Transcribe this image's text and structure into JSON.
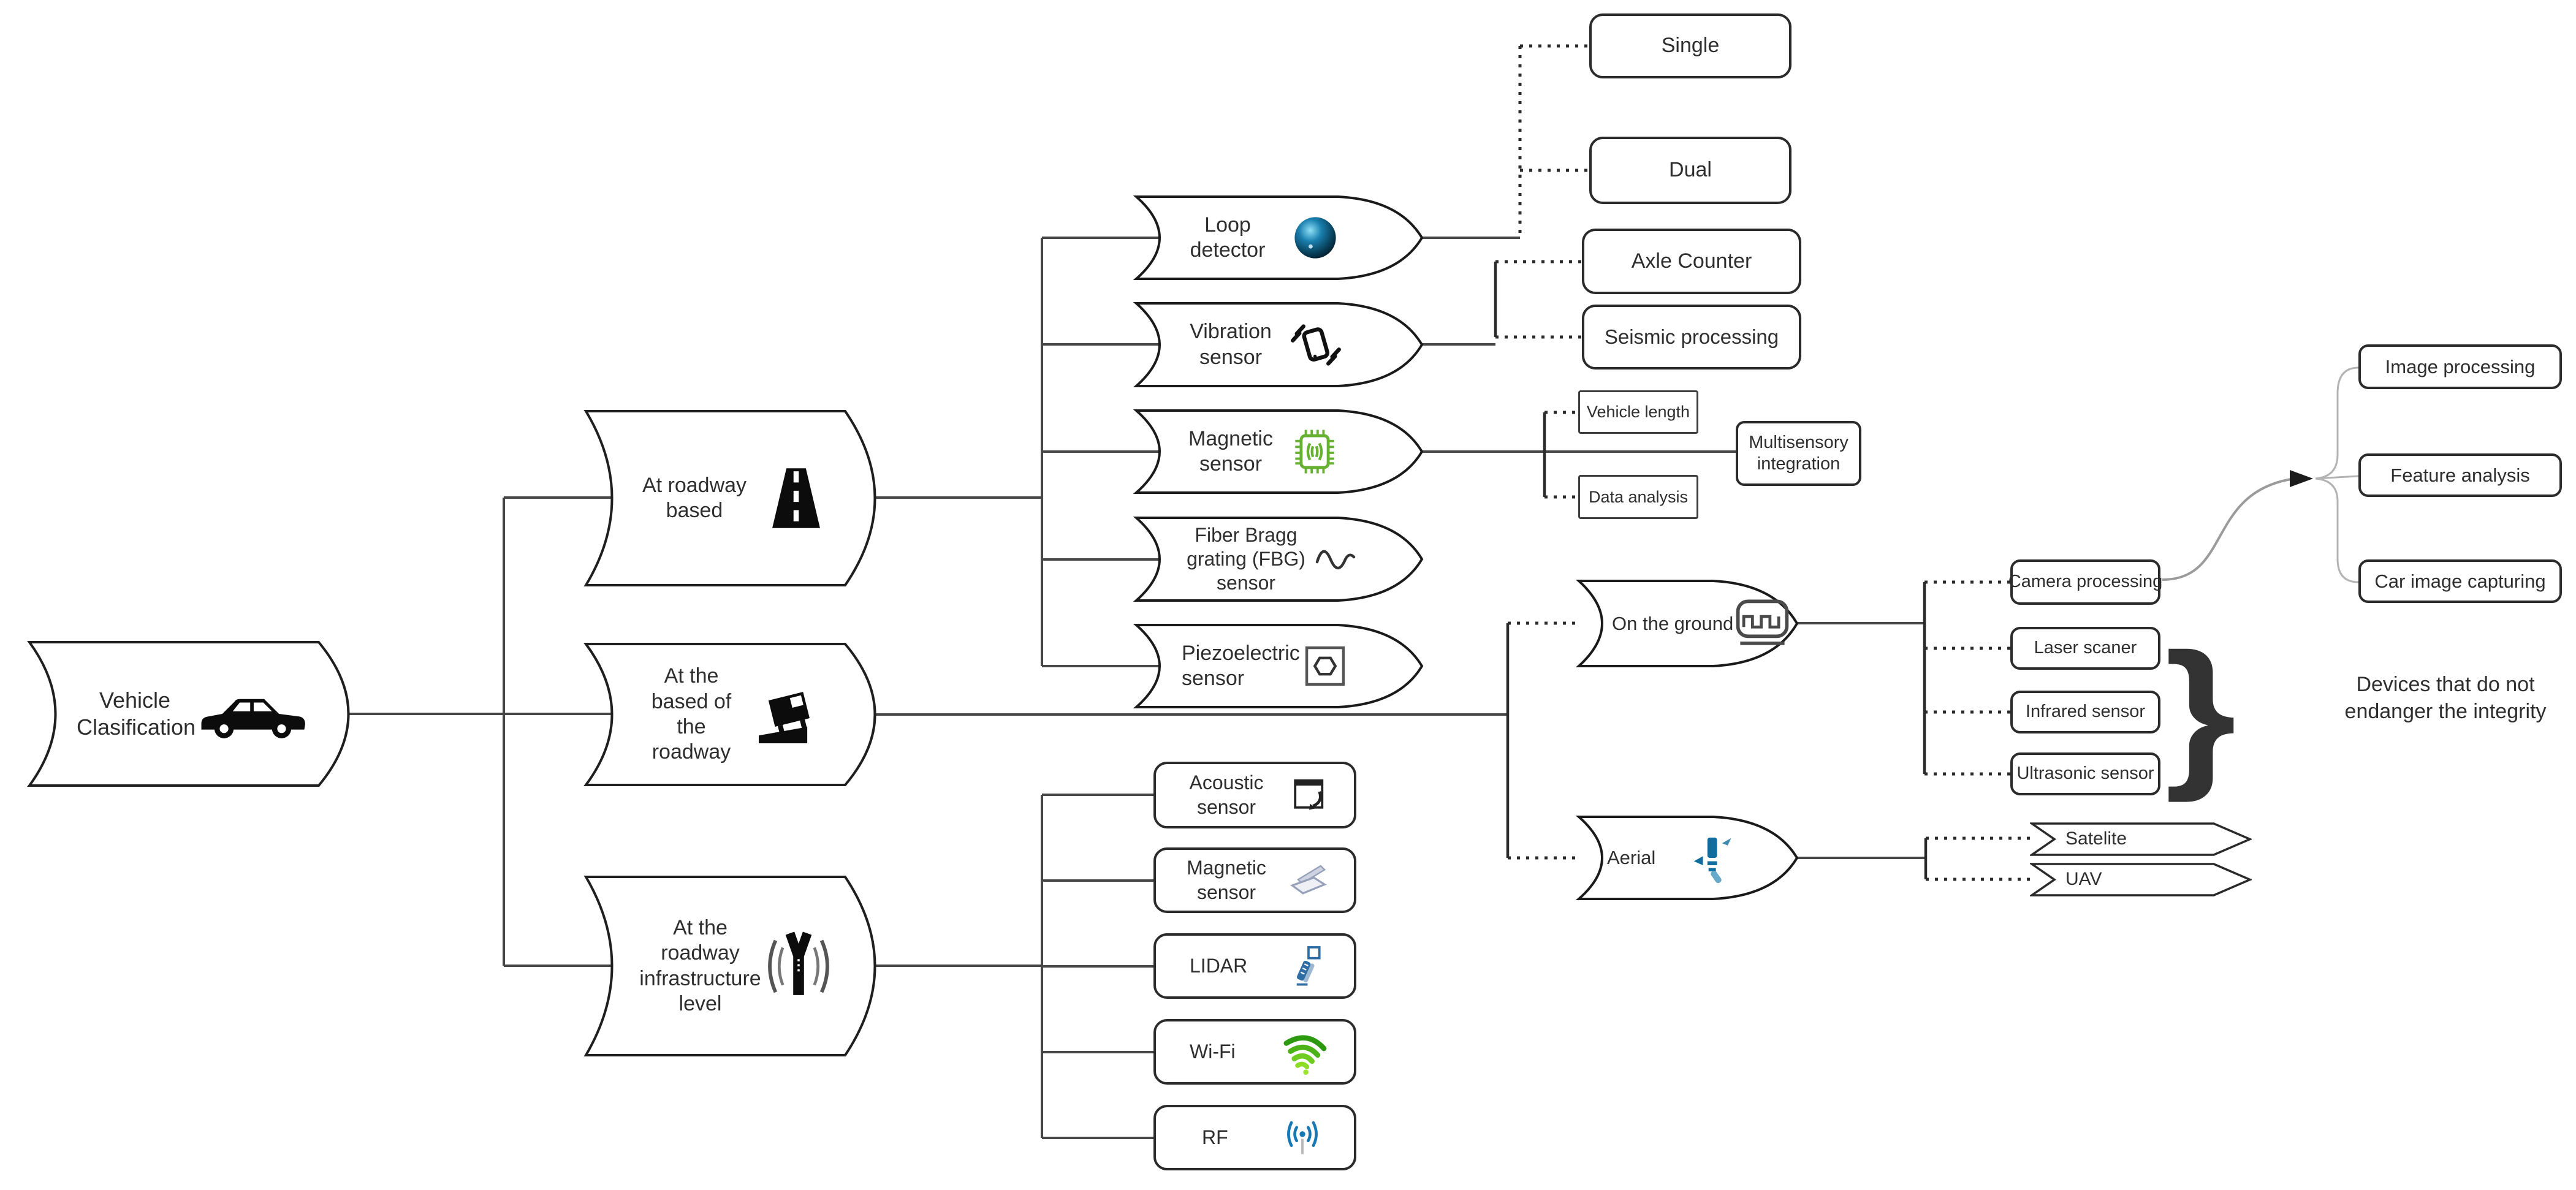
{
  "tree": {
    "root": "Vehicle Clasification",
    "level1": [
      "At roadway based",
      "At the based of the roadway",
      "At the roadway infrastructure level"
    ],
    "roadway_sensors": [
      "Loop detector",
      "Vibration sensor",
      "Magnetic sensor",
      "Fiber Bragg grating (FBG) sensor",
      "Piezoelectric sensor"
    ],
    "loop_types": [
      "Single",
      "Dual"
    ],
    "vibration_processing": [
      "Axle Counter",
      "Seismic processing"
    ],
    "magnetic_outputs": [
      "Vehicle length",
      "Data analysis"
    ],
    "fusion": "Multisensory integration",
    "base_locations": [
      "On the ground",
      "Aerial"
    ],
    "ground_devices": [
      "Camera processing",
      "Laser scaner",
      "Infrared sensor",
      "Ultrasonic sensor"
    ],
    "camera_pipeline": [
      "Image processing",
      "Feature analysis",
      "Car image capturing"
    ],
    "aerial_platforms": [
      "Satelite",
      "UAV"
    ],
    "infrastructure_sensors": [
      "Acoustic sensor",
      "Magnetic sensor",
      "LIDAR",
      "Wi-Fi",
      "RF"
    ],
    "annotation": {
      "brace": "}",
      "text": "Devices that do not endanger the integrity"
    }
  },
  "icons": {
    "root": "car-icon",
    "at_roadway": "road-icon",
    "at_base": "truck-on-ramp-icon",
    "at_infrastructure": "zipper-icon",
    "loop_detector": "sphere-icon",
    "vibration": "vibrating-phone-icon",
    "magnetic": "chip-icon",
    "fbg": "sine-wave-icon",
    "piezoelectric": "hexagon-icon",
    "on_ground": "pulse-icon",
    "aerial": "drone-icon",
    "acoustic": "page-flip-icon",
    "magnetic_infra": "scanner-icon",
    "lidar": "lidar-device-icon",
    "wifi": "wifi-signal-icon",
    "rf": "antenna-icon"
  },
  "colors": {
    "outline": "#2b2b2b",
    "connector": "#474747",
    "sphere_teal": "#0d5a78",
    "chip_green": "#66b032",
    "wifi_green": "#4cb317",
    "lidar_blue": "#2e6da4",
    "drone_blue": "#106d9e",
    "rf_blue": "#1878b4",
    "scanner_gray": "#cdd3e2"
  }
}
